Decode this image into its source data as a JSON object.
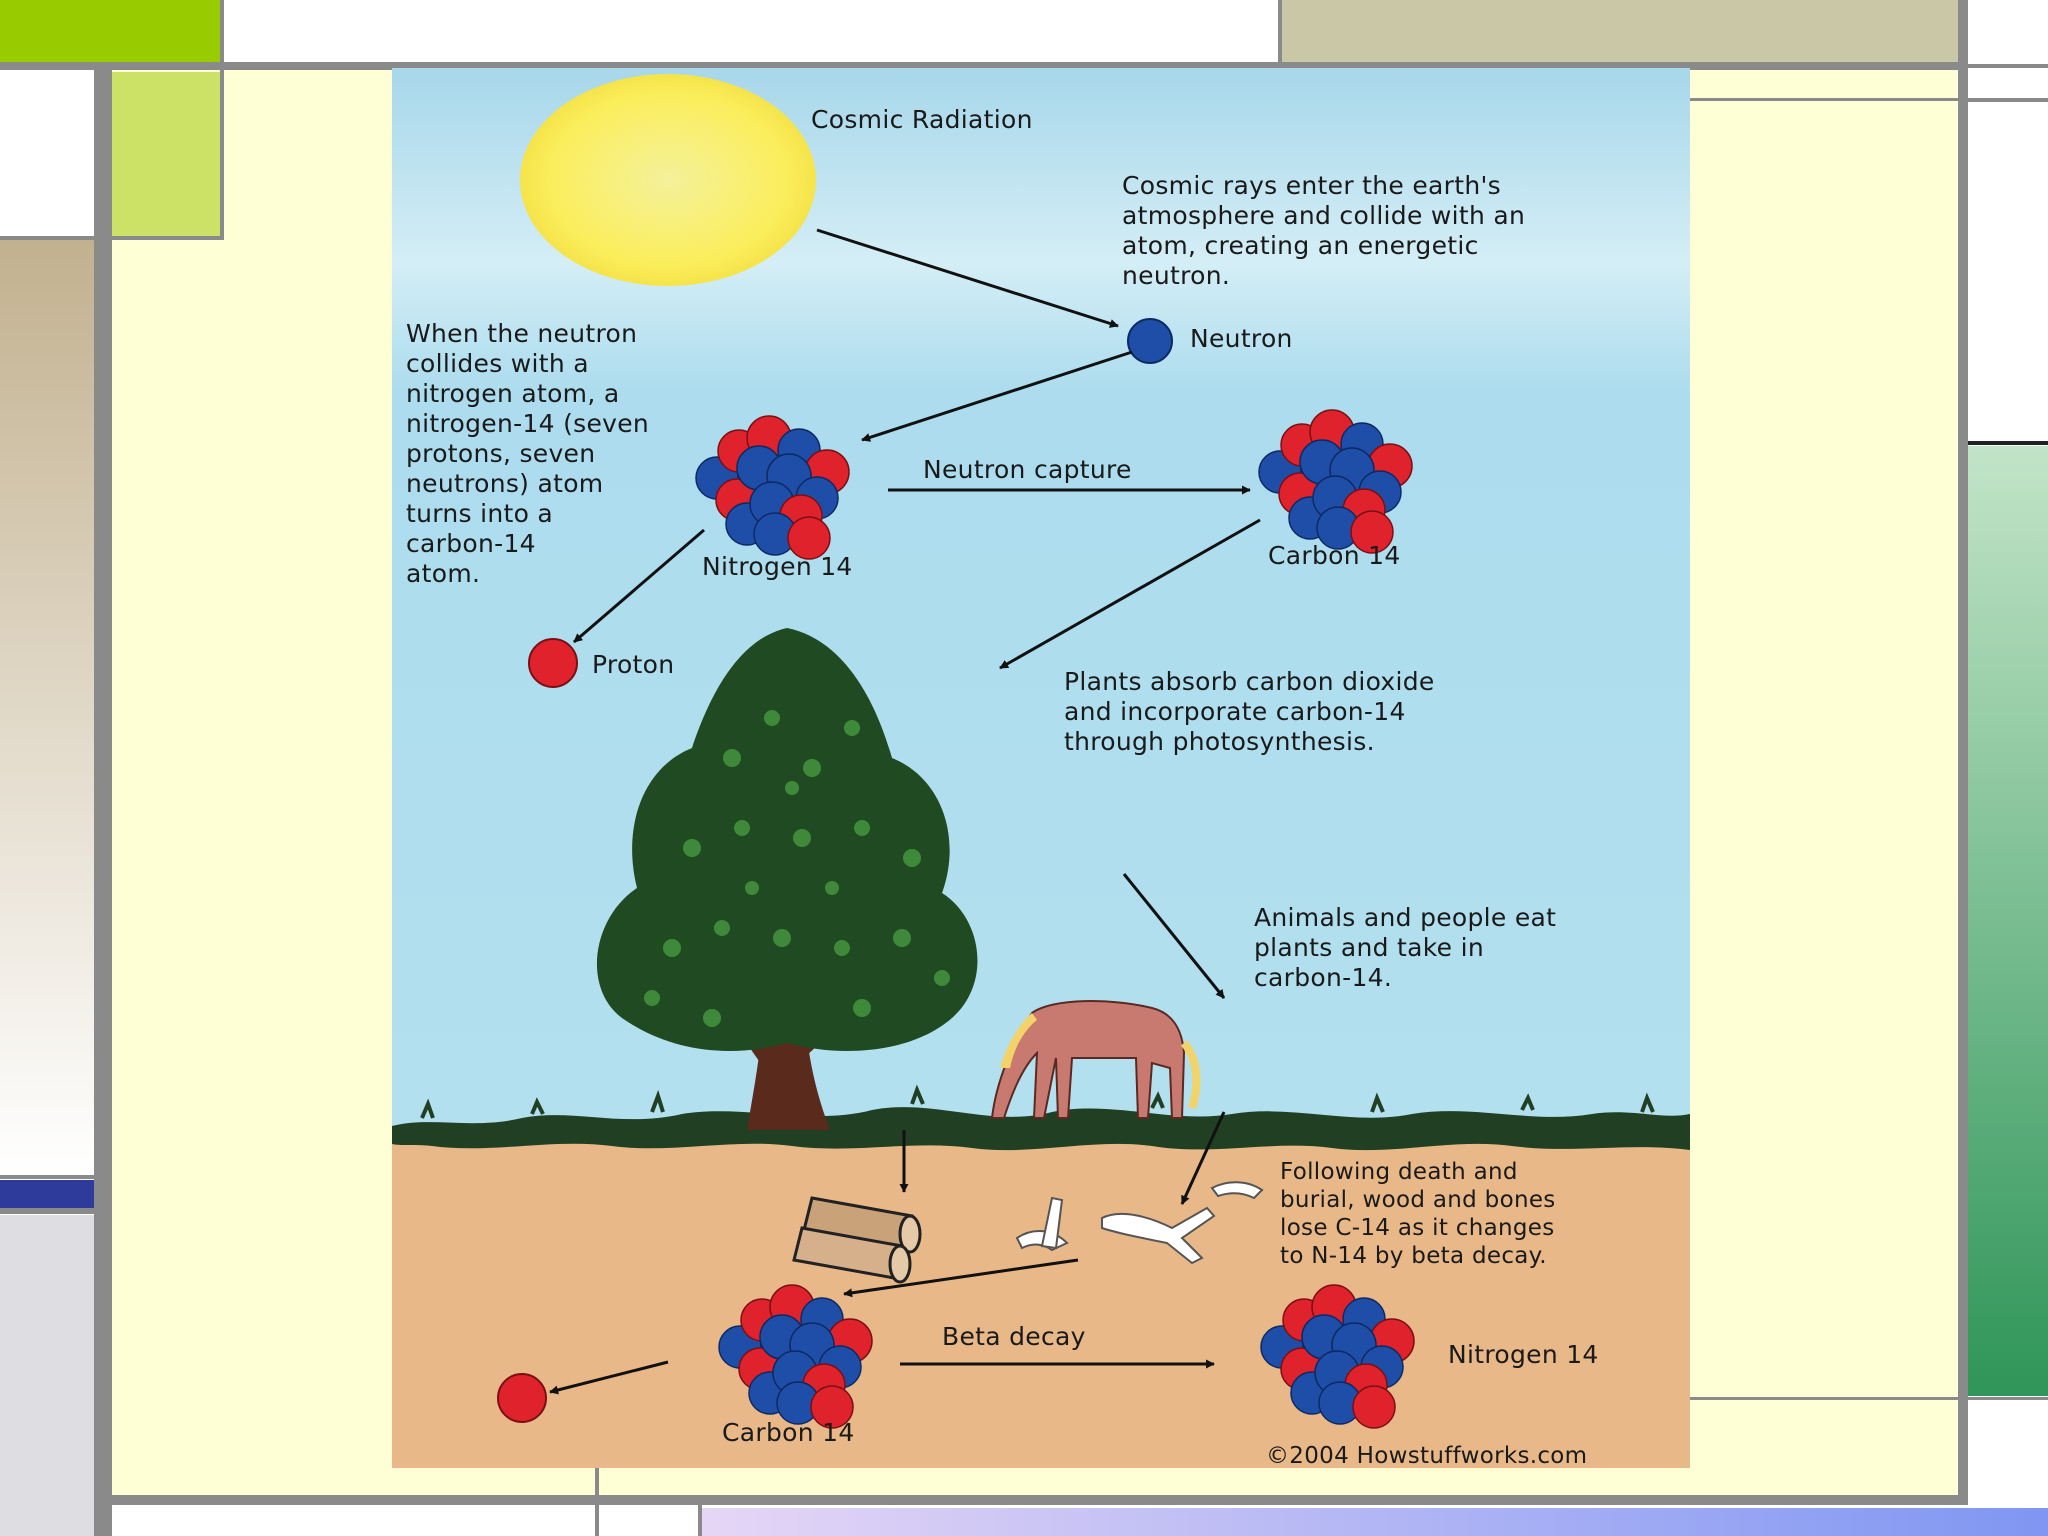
{
  "diagram": {
    "labels": {
      "cosmic_radiation": "Cosmic Radiation",
      "cosmic_rays_text": "Cosmic rays enter the earth's\natmosphere and collide with an\natom, creating an energetic\nneutron.",
      "neutron": "Neutron",
      "neutron_collision_text": "When the neutron\ncollides with a\nnitrogen atom, a\nnitrogen-14 (seven\nprotons, seven\nneutrons) atom\nturns into a\ncarbon-14\natom.",
      "neutron_capture": "Neutron capture",
      "nitrogen14_top": "Nitrogen 14",
      "carbon14_top": "Carbon 14",
      "proton": "Proton",
      "plants_text": "Plants absorb carbon dioxide\nand incorporate carbon-14\nthrough photosynthesis.",
      "animals_text": "Animals and people eat\nplants and take in\ncarbon-14.",
      "death_text": "Following death and\nburial, wood and bones\nlose C-14 as it changes\nto N-14 by beta decay.",
      "beta_decay": "Beta decay",
      "carbon14_bottom": "Carbon 14",
      "nitrogen14_bottom": "Nitrogen 14",
      "copyright": "©2004 Howstuffworks.com"
    },
    "colors": {
      "sky": "#b0dfee",
      "soil": "#e8b888",
      "sun": "#fbef6a",
      "proton": "#e0222c",
      "neutron": "#1f4ea8",
      "tree": "#1f4a22",
      "horse": "#c97a70"
    }
  }
}
